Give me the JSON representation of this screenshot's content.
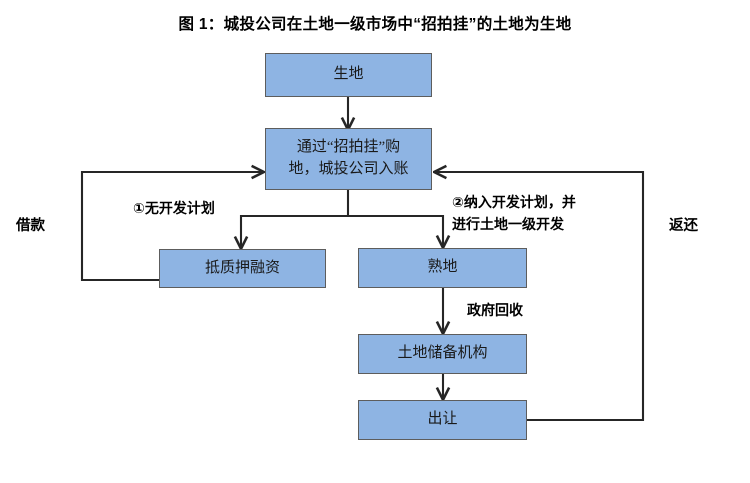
{
  "title": "图 1：城投公司在土地一级市场中“招拍挂”的土地为生地",
  "colors": {
    "node_fill": "#8EB4E3",
    "node_border": "#5D5D5D",
    "connector": "#262626",
    "text": "#1A1A1A",
    "background": "#FFFFFF"
  },
  "chart_data": {
    "type": "diagram",
    "title": "图 1：城投公司在土地一级市场中“招拍挂”的土地为生地",
    "nodes": [
      {
        "id": "raw-land",
        "label": "生地"
      },
      {
        "id": "purchase",
        "label": "通过“招拍挂”购\n地，城投公司入账"
      },
      {
        "id": "pledge-finance",
        "label": "抵质押融资"
      },
      {
        "id": "developed-land",
        "label": "熟地"
      },
      {
        "id": "land-reserve",
        "label": "土地储备机构"
      },
      {
        "id": "transfer",
        "label": "出让"
      }
    ],
    "edges": [
      {
        "from": "raw-land",
        "to": "purchase",
        "label": ""
      },
      {
        "from": "purchase",
        "to": "pledge-finance",
        "label": "①无开发计划"
      },
      {
        "from": "purchase",
        "to": "developed-land",
        "label": "②纳入开发计划，并\n进行土地一级开发"
      },
      {
        "from": "pledge-finance",
        "to": "purchase",
        "label": "借款"
      },
      {
        "from": "developed-land",
        "to": "land-reserve",
        "label": "政府回收"
      },
      {
        "from": "land-reserve",
        "to": "transfer",
        "label": ""
      },
      {
        "from": "transfer",
        "to": "purchase",
        "label": "返还"
      }
    ]
  },
  "nodes": {
    "raw_land": "生地",
    "purchase": "通过“招拍挂”购\n地，城投公司入账",
    "pledge_finance": "抵质押融资",
    "developed_land": "熟地",
    "land_reserve": "土地储备机构",
    "transfer": "出让"
  },
  "labels": {
    "branch_one": "①无开发计划",
    "branch_two": "②纳入开发计划，并\n进行土地一级开发",
    "government_recovery": "政府回收",
    "loan": "借款",
    "return": "返还"
  }
}
